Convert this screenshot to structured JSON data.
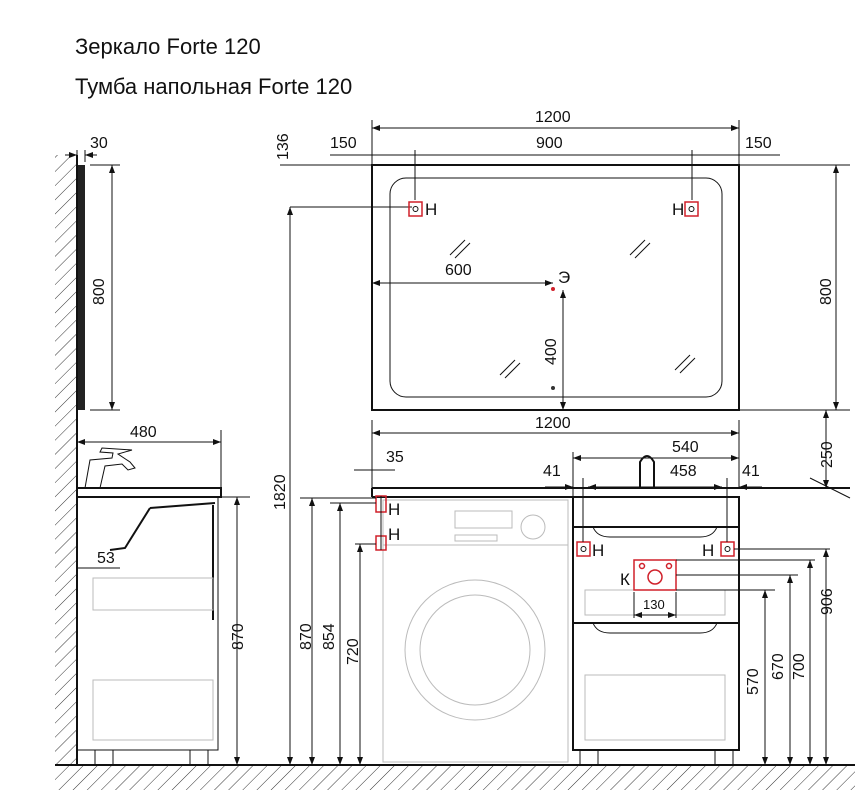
{
  "titles": [
    "Зеркало Forte 120",
    "Тумба напольная Forte 120"
  ],
  "side_view": {
    "mirror_depth": "30",
    "mirror_height": "800",
    "vanity_depth": "480",
    "drain_offset": "53",
    "vanity_height": "870"
  },
  "front_view": {
    "mirror_width": "1200",
    "mirror_margin_left": "150",
    "mirror_center": "900",
    "mirror_margin_right": "150",
    "top_offset": "136",
    "mirror_height": "800",
    "total_height": "1820",
    "socket_offset_x": "600",
    "socket_offset_y": "400",
    "vanity_width": "1200",
    "gap_top": "250",
    "side_offset": "35",
    "cabinet_width": "540",
    "edge_left": "41",
    "inner_width": "458",
    "edge_right": "41",
    "h870": "870",
    "h854": "854",
    "h720": "720",
    "h570": "570",
    "h670": "670",
    "h700": "700",
    "h906": "906",
    "sewer_width": "130"
  },
  "markers": {
    "water": "Н",
    "electric": "Э",
    "sewer": "К"
  },
  "colors": {
    "accent": "#d0202a"
  }
}
